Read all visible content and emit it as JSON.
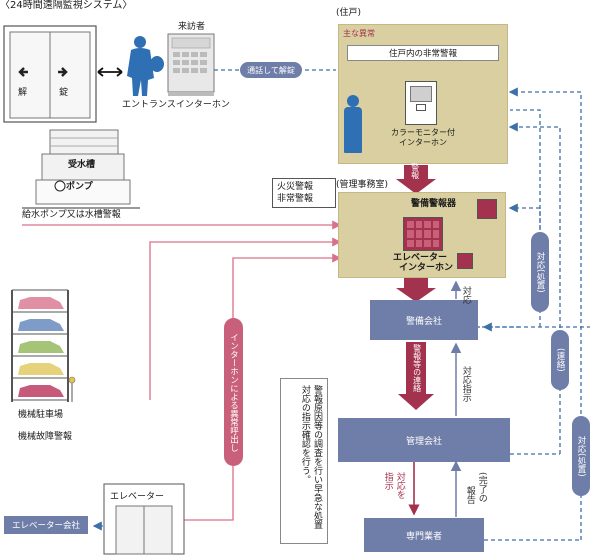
{
  "header": {
    "title": "〈24時間遠隔監視システム〉"
  },
  "entrance": {
    "door_left_label": "解",
    "door_right_label": "錠",
    "visitor_label": "来訪者",
    "intercom_label": "エントランスインターホン",
    "unlock_pill": "通話して解錠"
  },
  "residence": {
    "section_label": "(住戸)",
    "main_anomaly": "主な異常",
    "alarm_box": "住戸内の非常警報",
    "monitor_label_line1": "カラーモニター付",
    "monitor_label_line2": "インターホン",
    "alert_arrow_label": "警報"
  },
  "water": {
    "tank_label": "受水槽",
    "pump_label": "ポンプ",
    "alarm_label": "給水ポンプ又は水槽警報"
  },
  "manager_office": {
    "section_label": "(管理事務室)",
    "fire_alarm": "火災警報",
    "emergency_alarm": "非常警報",
    "security_device": "警備警報器",
    "elevator_intercom_line1": "エレベーター",
    "elevator_intercom_line2": "インターホン"
  },
  "parking": {
    "label": "機械駐車場",
    "alarm_label": "機械故障警報"
  },
  "security_company": {
    "label": "警備会社",
    "handle_note": "対応",
    "contact_arrow_label": "警報等の連絡",
    "handle_instruction": "対応指示"
  },
  "management_company": {
    "label": "管理会社",
    "instruction_note": "指示",
    "handle_note": "対応を",
    "report_note": "報告",
    "complete_note": "(完了の"
  },
  "contractor": {
    "label": "専門業者"
  },
  "elevator": {
    "label": "エレベーター",
    "company_label": "エレベーター会社",
    "intercom_call": "インターホンによる異常呼出し"
  },
  "side_pills": {
    "handle1": "対応(処置)",
    "contact": "(連絡)",
    "handle2": "対応(処置)"
  },
  "explanation": "警報原因等の調査を行い早急な処置対応の指示確認を行う。",
  "colors": {
    "tan": "#d9cfa0",
    "blue": "#6f7ea9",
    "crimson": "#a3324e",
    "dashed_blue": "#3d6fa8",
    "pink_line": "#d9718a"
  }
}
